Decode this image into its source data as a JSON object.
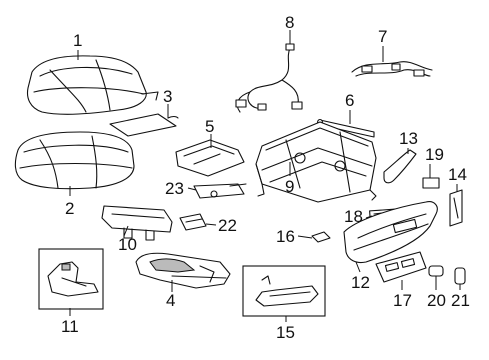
{
  "colors": {
    "line": "#111111",
    "background": "#ffffff",
    "shade": "#bbbbbb"
  },
  "callouts": {
    "c1": "1",
    "c2": "2",
    "c3": "3",
    "c4": "4",
    "c5": "5",
    "c6": "6",
    "c7": "7",
    "c8": "8",
    "c9": "9",
    "c10": "10",
    "c11": "11",
    "c12": "12",
    "c13": "13",
    "c14": "14",
    "c15": "15",
    "c16": "16",
    "c17": "17",
    "c18": "18",
    "c19": "19",
    "c20": "20",
    "c21": "21",
    "c22": "22",
    "c23": "23"
  }
}
